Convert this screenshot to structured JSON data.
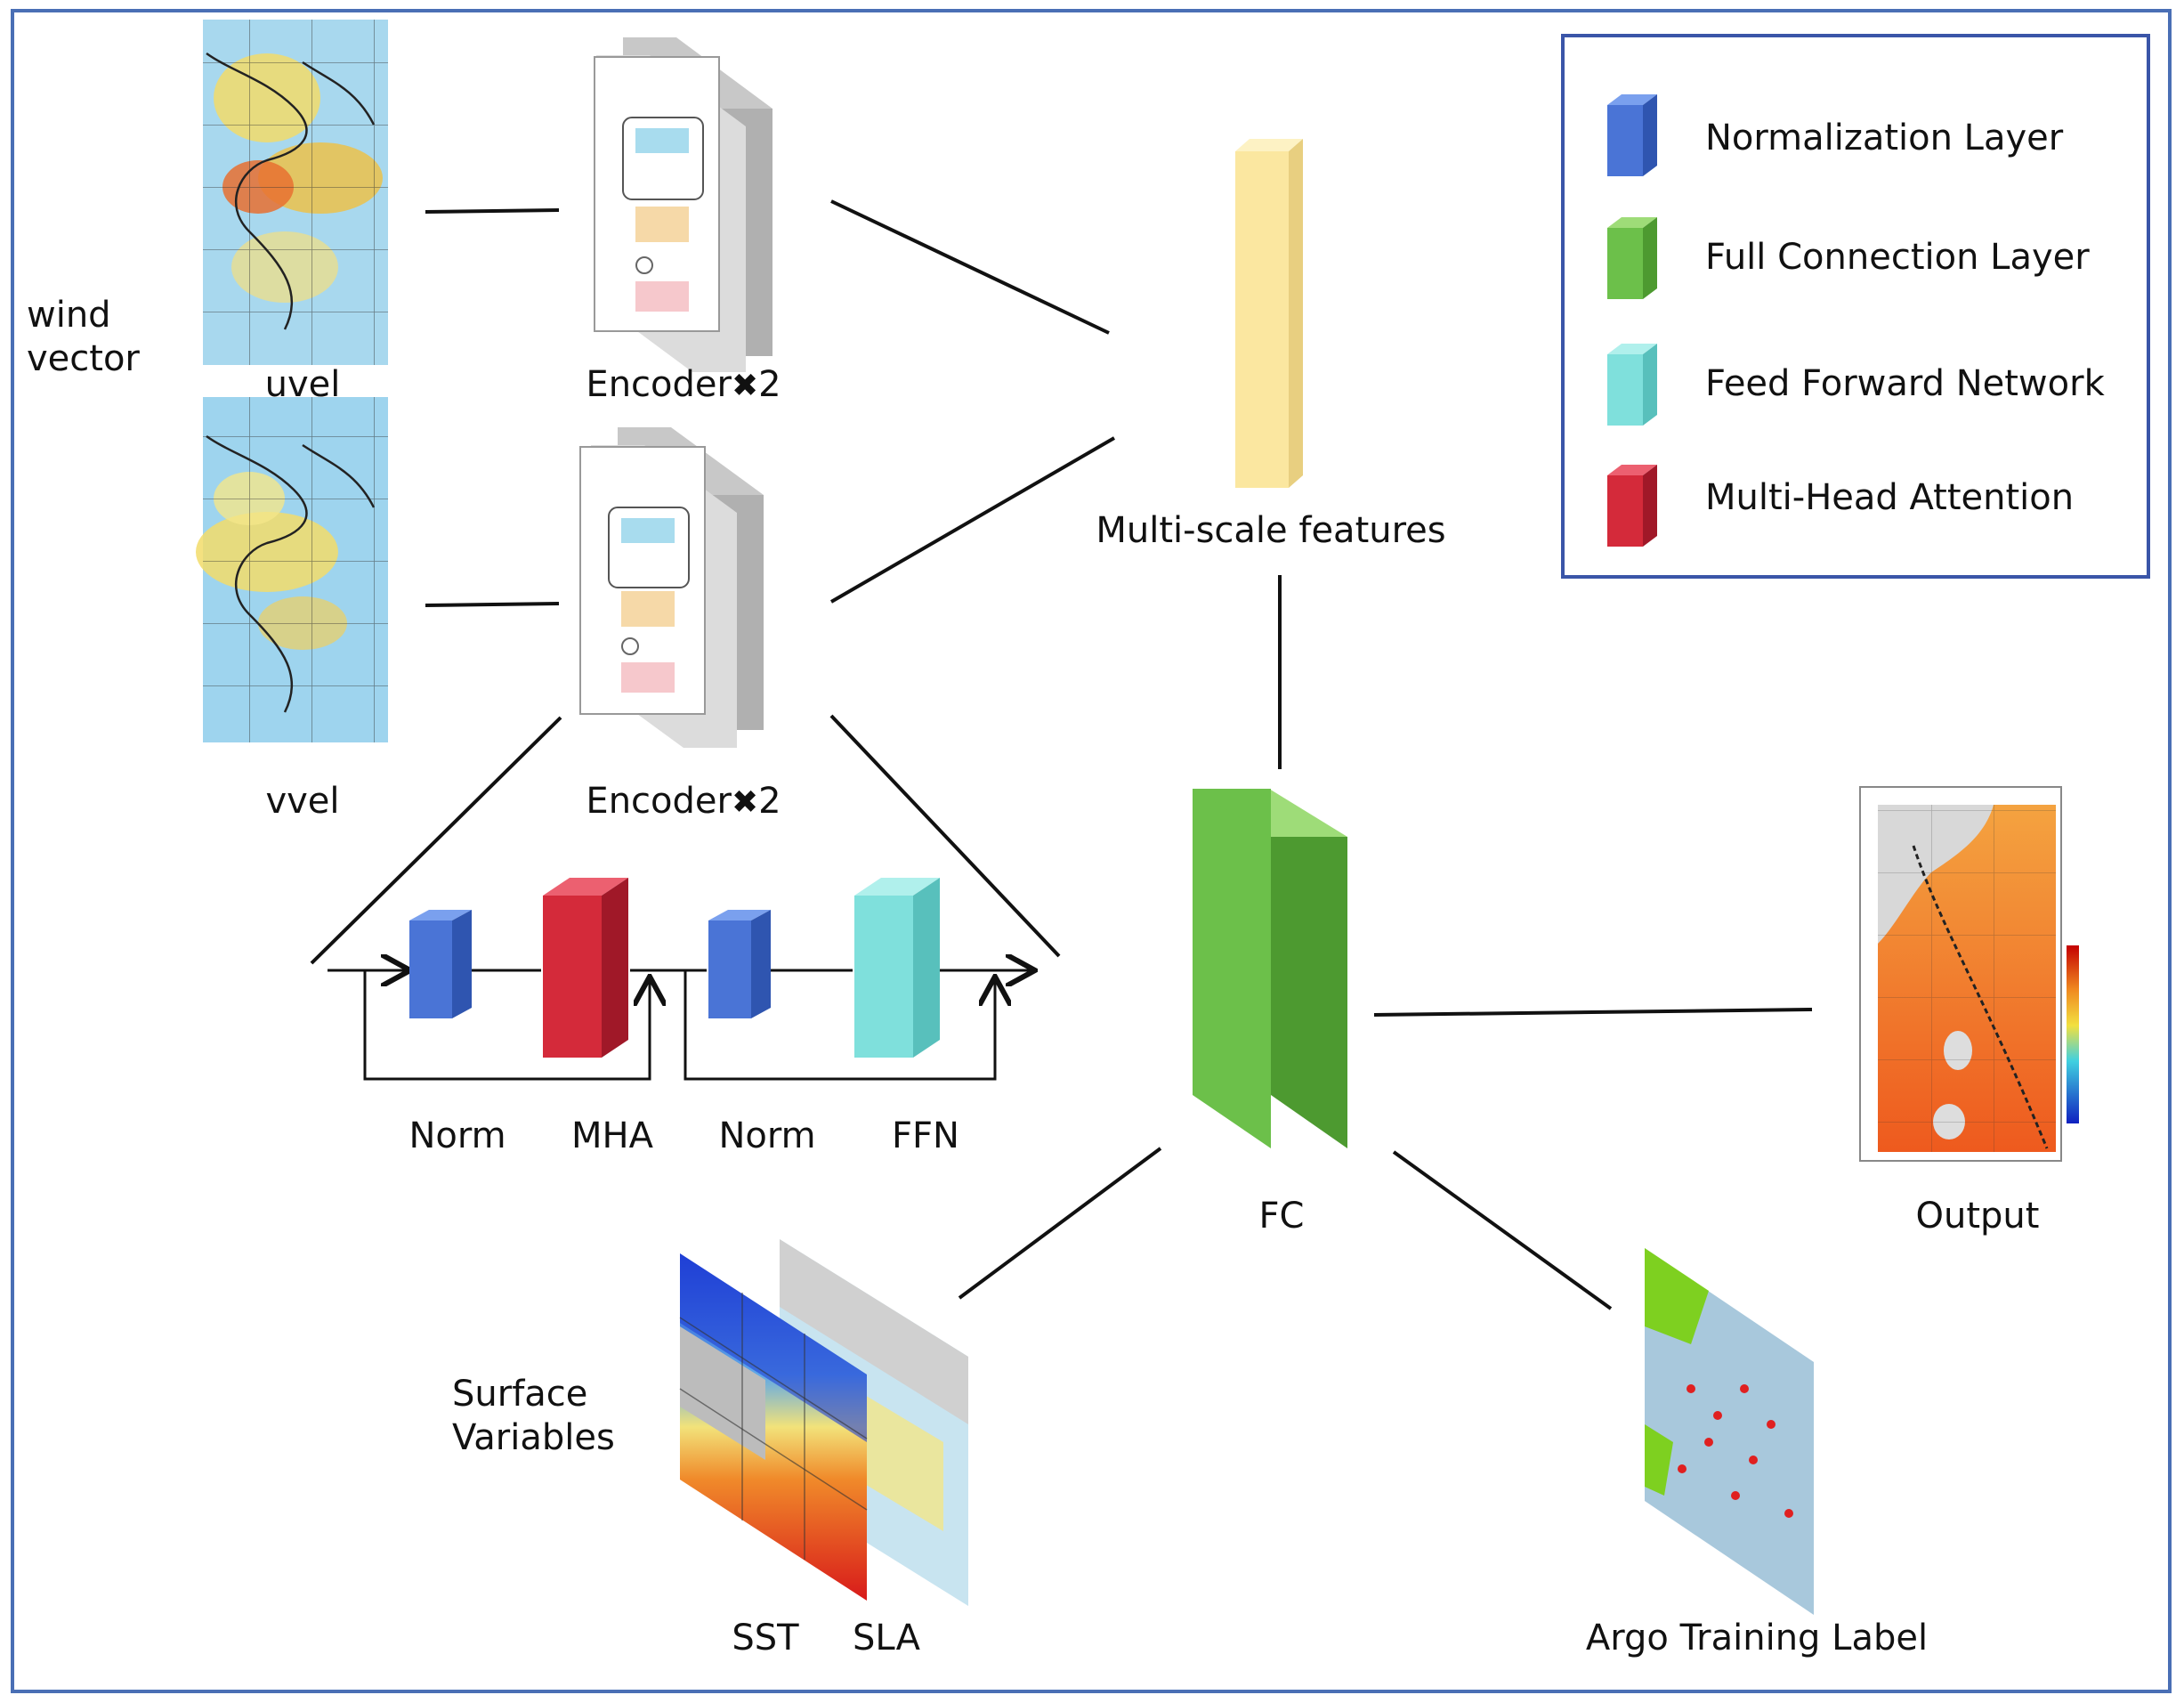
{
  "labels": {
    "wind_line1": "wind",
    "wind_line2": "vector",
    "uvel": "uvel",
    "vvel": "vvel",
    "encoder_top": "Encoder",
    "encoder_bottom": "Encoder",
    "encoder_multiplier_symbol": "✖",
    "encoder_multiplier_value": "2",
    "multi_scale": "Multi-scale features",
    "norm1": "Norm",
    "mha": "MHA",
    "norm2": "Norm",
    "ffn": "FFN",
    "fc": "FC",
    "output": "Output",
    "surface_line1": "Surface",
    "surface_line2": "Variables",
    "sst": "SST",
    "sla": "SLA",
    "argo": "Argo Training Label"
  },
  "legend": [
    {
      "label": "Normalization Layer",
      "color": "#4a74d6",
      "icon": "blue-block-icon"
    },
    {
      "label": "Full Connection Layer",
      "color": "#6cc04a",
      "icon": "green-block-icon"
    },
    {
      "label": "Feed Forward Network",
      "color": "#7fe0dc",
      "icon": "cyan-block-icon"
    },
    {
      "label": "Multi-Head Attention",
      "color": "#d42a3a",
      "icon": "red-block-icon"
    }
  ],
  "colors": {
    "frame": "#4a6fb5",
    "norm": "#4a74d6",
    "mha": "#d42a3a",
    "ffn": "#7fe0dc",
    "fc": "#6cc04a",
    "features": "#fbe7a0"
  }
}
